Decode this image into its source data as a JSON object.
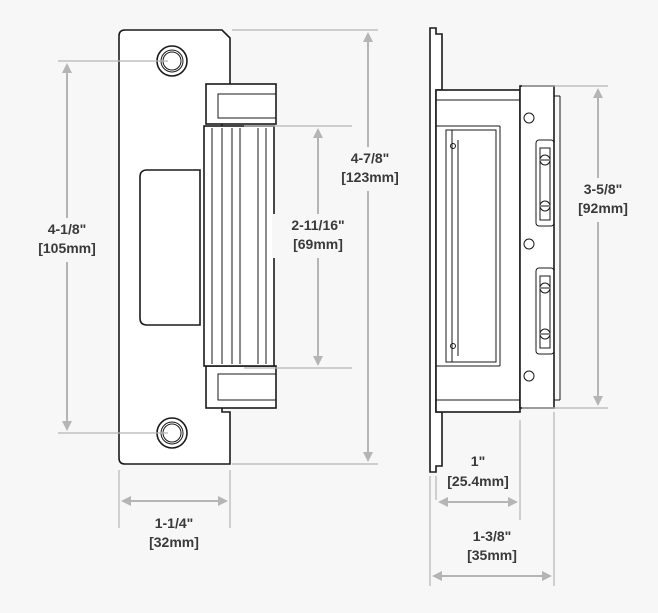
{
  "dimensions": {
    "faceplate_hole_spacing": {
      "imperial": "4-1/8\"",
      "metric": "[105mm]"
    },
    "body_height": {
      "imperial": "2-11/16\"",
      "metric": "[69mm]"
    },
    "faceplate_height": {
      "imperial": "4-7/8\"",
      "metric": "[123mm]"
    },
    "faceplate_width": {
      "imperial": "1-1/4\"",
      "metric": "[32mm]"
    },
    "side_height": {
      "imperial": "3-5/8\"",
      "metric": "[92mm]"
    },
    "depth_body": {
      "imperial": "1\"",
      "metric": "[25.4mm]"
    },
    "depth_total": {
      "imperial": "1-3/8\"",
      "metric": "[35mm]"
    }
  }
}
